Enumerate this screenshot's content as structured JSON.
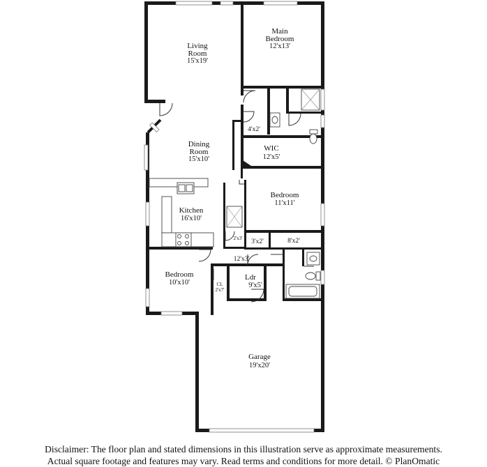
{
  "rooms": {
    "living": {
      "name": "Living\nRoom",
      "dims": "15'x19'"
    },
    "main_bedroom": {
      "name": "Main\nBedroom",
      "dims": "12'x13'"
    },
    "closet_4x2": {
      "dims": "4'x2'"
    },
    "dining": {
      "name": "Dining\nRoom",
      "dims": "15'x10'"
    },
    "wic": {
      "name": "WIC",
      "dims": "12'x5'"
    },
    "kitchen": {
      "name": "Kitchen",
      "dims": "16'x10'"
    },
    "bedroom_2": {
      "name": "Bedroom",
      "dims": "11'x11'"
    },
    "pantry": {
      "dims": "2'x3'"
    },
    "closet_3x2": {
      "dims": "3'x2'"
    },
    "hall_8x2": {
      "dims": "8'x2'"
    },
    "hall_12x3": {
      "dims": "12'x3'"
    },
    "bedroom_3": {
      "name": "Bedroom",
      "dims": "10'x10'"
    },
    "closet_cl": {
      "name": "CL",
      "dims": "2'x7'"
    },
    "laundry": {
      "name": "Ldr",
      "dims": "9'x5'"
    },
    "garage": {
      "name": "Garage",
      "dims": "19'x20'"
    }
  },
  "disclaimer": {
    "line1": "Disclaimer: The floor plan and stated dimensions in this illustration serve as approximate measurements.",
    "line2": "Actual square footage and features may vary. Read terms and conditions for more detail. © PlanOmatic"
  }
}
